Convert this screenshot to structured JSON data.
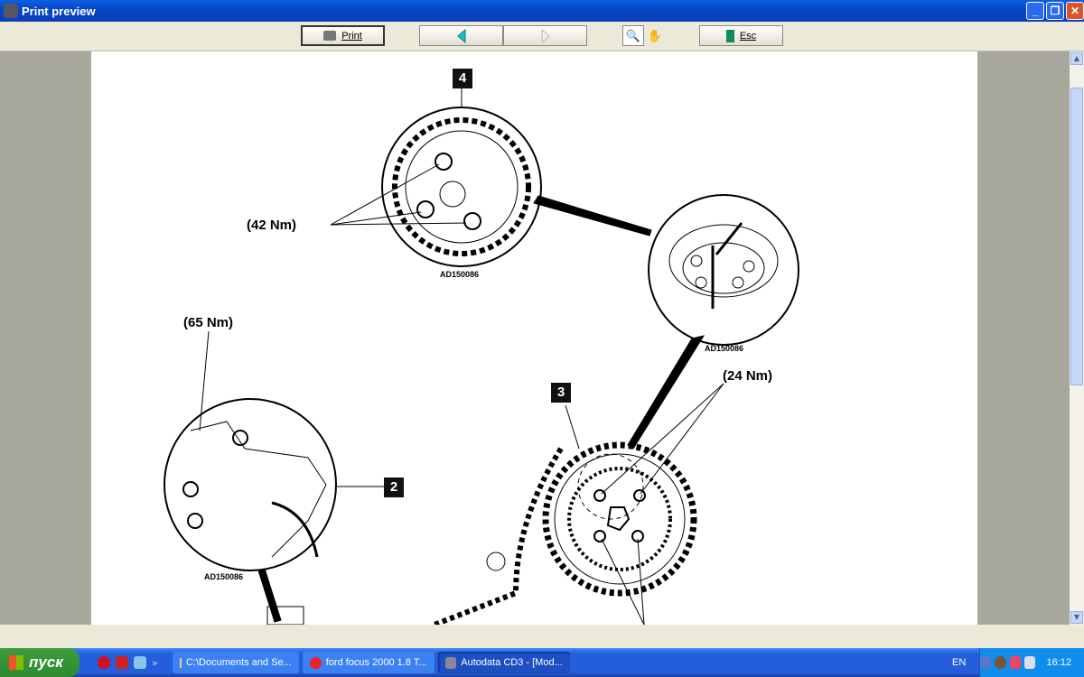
{
  "window": {
    "title": "Print preview",
    "minimize": "_",
    "maximize": "❐",
    "close": "✕"
  },
  "toolbar": {
    "print_label": "Print",
    "esc_label": "Esc"
  },
  "diagram": {
    "callouts": [
      "4",
      "3",
      "2"
    ],
    "torques": [
      "(42 Nm)",
      "(65 Nm)",
      "(24 Nm)"
    ],
    "codes": [
      "AD150086",
      "AD150086",
      "AD150086"
    ]
  },
  "taskbar": {
    "start_label": "пуск",
    "tasks": [
      "C:\\Documents and Se...",
      "ford focus 2000 1.8 T...",
      "Autodata CD3 - [Mod..."
    ],
    "language": "EN",
    "clock": "16:12",
    "more": "»"
  }
}
